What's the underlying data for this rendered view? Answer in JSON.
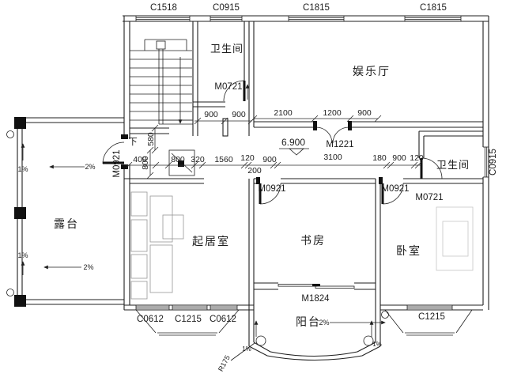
{
  "drawing_type": "architectural-floor-plan",
  "labels": {
    "rooms": {
      "bath_left": "卫生间",
      "hall": "娱乐厅",
      "terrace": "露台",
      "living": "起居室",
      "study": "书房",
      "bedroom": "卧室",
      "bath_right": "卫生间",
      "balcony": "阳台"
    },
    "windows": {
      "c1518": "C1518",
      "c0915_top": "C0915",
      "c1815_left": "C1815",
      "c1815_right": "C1815",
      "c0915_right": "C0915",
      "c0612_left": "C0612",
      "c1215_living": "C1215",
      "c0612_right": "C0612",
      "c1215_bedroom": "C1215"
    },
    "doors": {
      "m0721_bath_left": "M0721",
      "m0921_terrace": "M0921",
      "stair_direction": "下",
      "m1221_hall": "M1221",
      "m0921_study": "M0921",
      "m0921_bedroom": "M0921",
      "m0721_bath_right": "M0721",
      "m1824_balcony": "M1824"
    },
    "dimensions": {
      "bath_900_a": "900",
      "bath_900_b": "900",
      "hall_2100": "2100",
      "hall_1200": "1200",
      "hall_900": "900",
      "corr_400": "400",
      "corr_800_v": "800",
      "corr_580_v": "580",
      "corr_800": "800",
      "corr_320": "320",
      "corr_1560": "1560",
      "corr_120_a": "120",
      "corr_900_a": "900",
      "corr_200": "200",
      "corr_3100": "3100",
      "corr_180": "180",
      "corr_900_b": "900",
      "corr_120_b": "120"
    },
    "annotations": {
      "level": "6.900",
      "radius": "R175",
      "slope_1pct_a": "1%",
      "slope_2pct_a": "2%",
      "slope_1pct_b": "1%",
      "slope_2pct_b": "2%",
      "balcony_2pct": "2%",
      "balcony_1pct_left": "1%",
      "balcony_1pct_right": "1%"
    }
  }
}
